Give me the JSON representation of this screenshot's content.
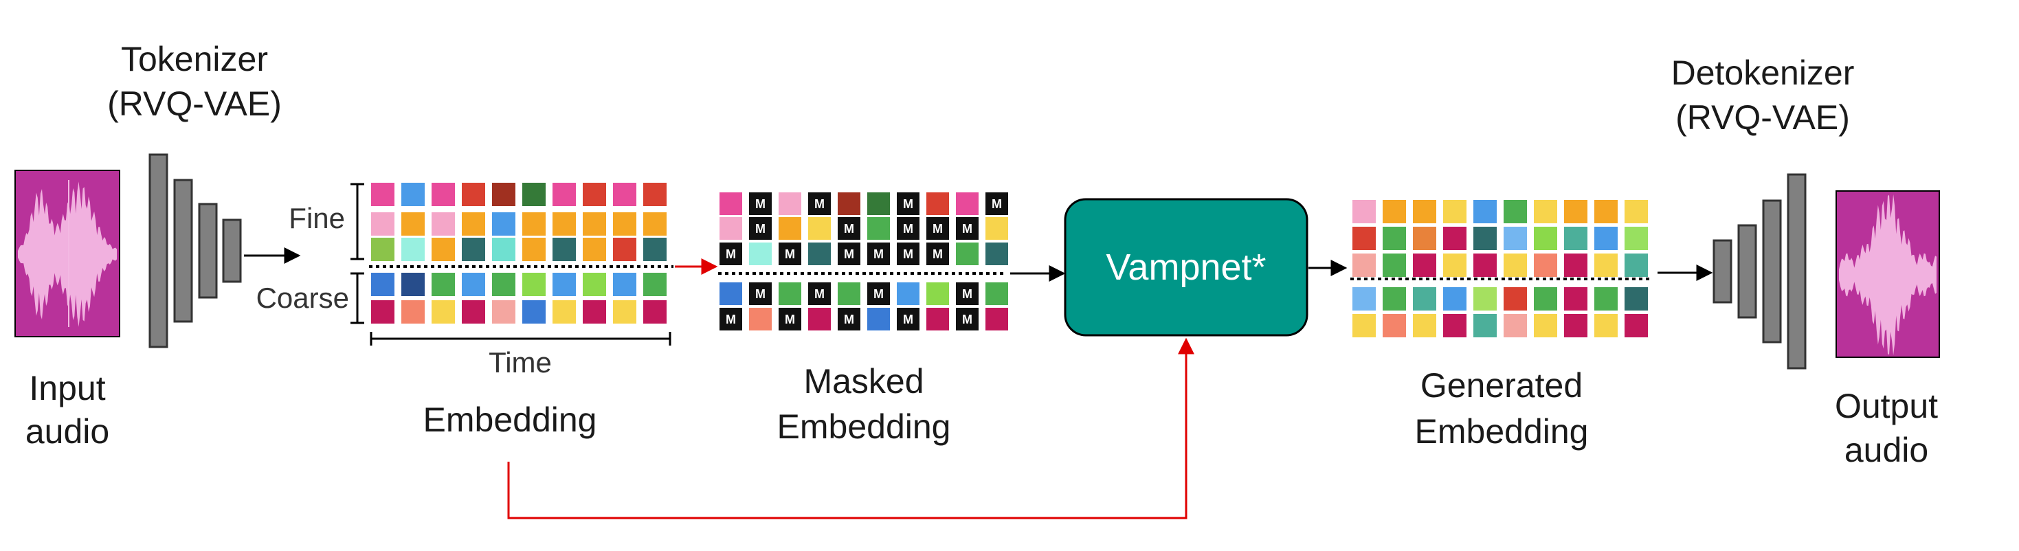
{
  "tokenizer": {
    "line1": "Tokenizer",
    "line2": "(RVQ-VAE)"
  },
  "detokenizer": {
    "line1": "Detokenizer",
    "line2": "(RVQ-VAE)"
  },
  "input_audio": {
    "line1": "Input",
    "line2": "audio"
  },
  "output_audio": {
    "line1": "Output",
    "line2": "audio"
  },
  "embedding": {
    "fine_label": "Fine",
    "coarse_label": "Coarse",
    "time_label": "Time",
    "caption": "Embedding"
  },
  "masked_embedding": {
    "line1": "Masked",
    "line2": "Embedding",
    "mask_glyph": "M"
  },
  "model": {
    "label": "Vampnet*"
  },
  "generated_embedding": {
    "line1": "Generated",
    "line2": "Embedding"
  },
  "colors": {
    "audio_bg": "#b8329a",
    "waveform": "#f3b8e3",
    "encoder_fill": "#808080",
    "model_fill": "#009688",
    "arrow_black": "#000000",
    "arrow_red": "#e00000"
  },
  "grids": {
    "embedding": {
      "rows": [
        [
          "#e84a9a",
          "#4a9be8",
          "#e84a9a",
          "#d94030",
          "#a03020",
          "#357a38",
          "#e84a9a",
          "#d94030",
          "#e84a9a",
          "#d94030"
        ],
        [
          "#f4a6c8",
          "#f5a623",
          "#f4a6c8",
          "#f5a623",
          "#4a9be8",
          "#f5a623",
          "#f5a623",
          "#f5a623",
          "#f5a623",
          "#f5a623"
        ],
        [
          "#8bc34a",
          "#98f0e0",
          "#f5a623",
          "#2e6b6b",
          "#6fe0d0",
          "#f5a623",
          "#2e6b6b",
          "#f5a623",
          "#d94030",
          "#2e6b6b"
        ],
        [
          "#3a7bd5",
          "#274d8b",
          "#4caf50",
          "#4a9be8",
          "#4caf50",
          "#8bd94a",
          "#4a9be8",
          "#8bd94a",
          "#4a9be8",
          "#4caf50"
        ],
        [
          "#c2185b",
          "#f4846a",
          "#f7d44c",
          "#c2185b",
          "#f4a6a0",
          "#3a7bd5",
          "#f7d44c",
          "#c2185b",
          "#f7d44c",
          "#c2185b"
        ]
      ]
    },
    "masked": {
      "rows": [
        [
          "#e84a9a",
          "M",
          "#f4a6c8",
          "M",
          "#a03020",
          "#357a38",
          "M",
          "#d94030",
          "#e84a9a",
          "M"
        ],
        [
          "#f4a6c8",
          "M",
          "#f5a623",
          "#f7d44c",
          "M",
          "#4caf50",
          "M",
          "M",
          "M",
          "#f7d44c"
        ],
        [
          "M",
          "#98f0e0",
          "M",
          "#2e6b6b",
          "M",
          "M",
          "M",
          "M",
          "#4caf50",
          "#2e6b6b"
        ],
        [
          "#3a7bd5",
          "M",
          "#4caf50",
          "M",
          "#4caf50",
          "M",
          "#4a9be8",
          "#8bd94a",
          "M",
          "#4caf50"
        ],
        [
          "M",
          "#f4846a",
          "M",
          "#c2185b",
          "M",
          "#3a7bd5",
          "M",
          "#c2185b",
          "M",
          "#c2185b"
        ]
      ]
    },
    "generated": {
      "rows": [
        [
          "#f4a6c8",
          "#f5a623",
          "#f5a623",
          "#f7d44c",
          "#4a9be8",
          "#4caf50",
          "#f7d44c",
          "#f5a623",
          "#f5a623",
          "#f7d44c"
        ],
        [
          "#d94030",
          "#4caf50",
          "#e8823a",
          "#c2185b",
          "#2e6b6b",
          "#74b6f0",
          "#8bd94a",
          "#4caf9a",
          "#4a9be8",
          "#98e060"
        ],
        [
          "#f4a6a0",
          "#4caf50",
          "#c2185b",
          "#f7d44c",
          "#c2185b",
          "#f7d44c",
          "#f4846a",
          "#c2185b",
          "#f7d44c",
          "#4caf9a"
        ],
        [
          "#74b6f0",
          "#4caf50",
          "#4caf9a",
          "#4a9be8",
          "#a5e060",
          "#d94030",
          "#4caf50",
          "#c2185b",
          "#4caf50",
          "#2e6b6b"
        ],
        [
          "#f7d44c",
          "#f4846a",
          "#f7d44c",
          "#c2185b",
          "#4caf9a",
          "#f4a6a0",
          "#f7d44c",
          "#c2185b",
          "#f7d44c",
          "#c2185b"
        ]
      ]
    }
  }
}
